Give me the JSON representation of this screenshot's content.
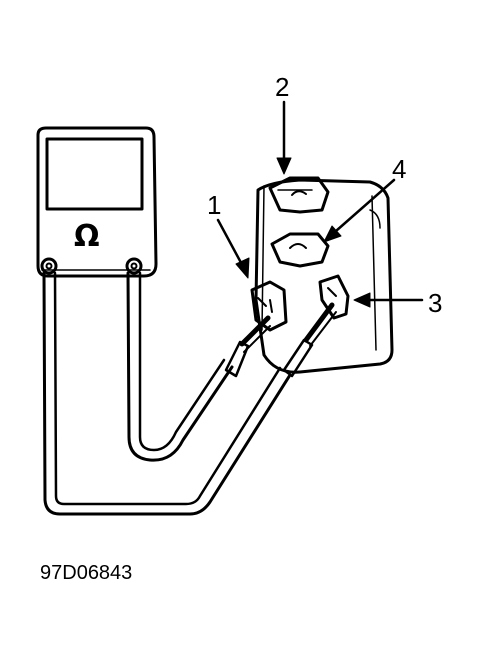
{
  "diagram": {
    "meter_symbol": "Ω",
    "callouts": [
      "1",
      "2",
      "3",
      "4"
    ],
    "figure_id": "97D06843"
  }
}
